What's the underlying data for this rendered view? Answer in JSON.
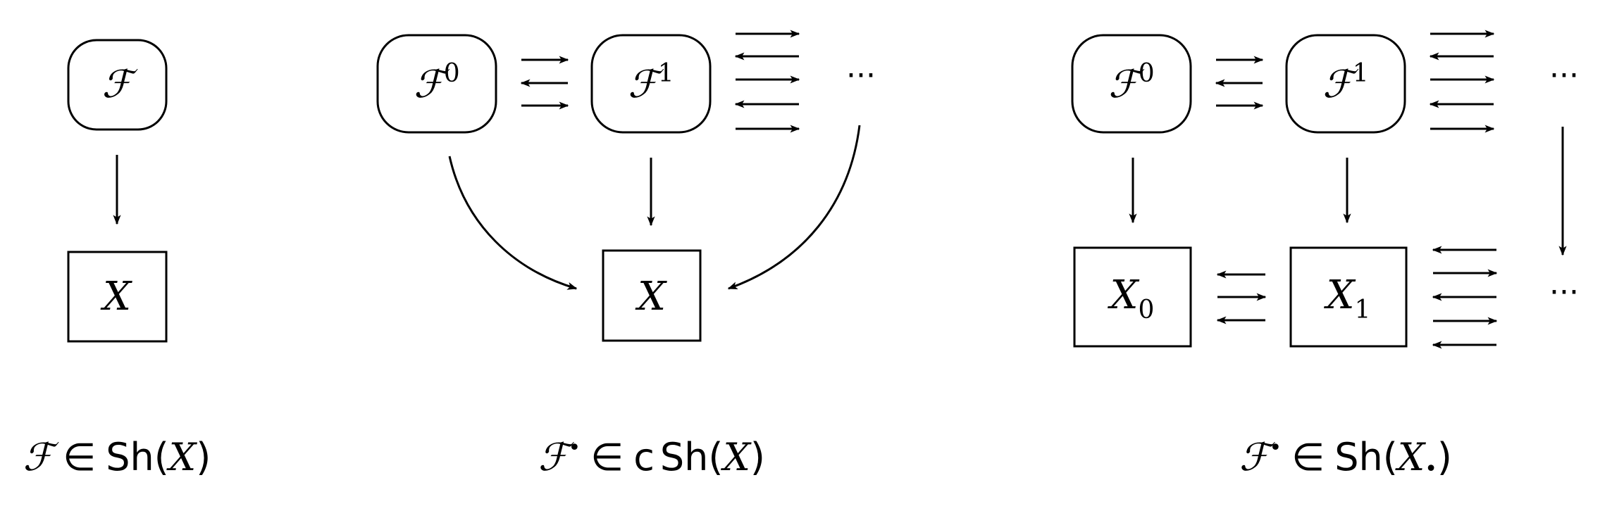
{
  "panels": [
    {
      "top": {
        "main": "ℱ",
        "sup": ""
      },
      "bottom": {
        "main": "X",
        "sub": ""
      },
      "caption": {
        "script": "ℱ",
        "bullet": "",
        "rel": "∈",
        "pre": "",
        "sh": "Sh(",
        "var": "X",
        "varsub": "",
        "close": ")"
      }
    },
    {
      "top0": {
        "main": "ℱ",
        "sup": "0"
      },
      "top1": {
        "main": "ℱ",
        "sup": "1"
      },
      "dots": "···",
      "bottom": {
        "main": "X",
        "sub": ""
      },
      "caption": {
        "script": "ℱ",
        "bullet": "•",
        "rel": "∈",
        "pre": "c",
        "sh": "Sh(",
        "var": "X",
        "varsub": "",
        "close": ")"
      }
    },
    {
      "top0": {
        "main": "ℱ",
        "sup": "0"
      },
      "top1": {
        "main": "ℱ",
        "sup": "1"
      },
      "dots_top": "···",
      "bottom0": {
        "main": "X",
        "sub": "0"
      },
      "bottom1": {
        "main": "X",
        "sub": "1"
      },
      "dots_bottom": "···",
      "caption": {
        "script": "ℱ",
        "bullet": "•",
        "rel": "∈",
        "pre": "",
        "sh": "Sh(",
        "var": "X",
        "varsub": "•",
        "close": ")"
      }
    }
  ]
}
